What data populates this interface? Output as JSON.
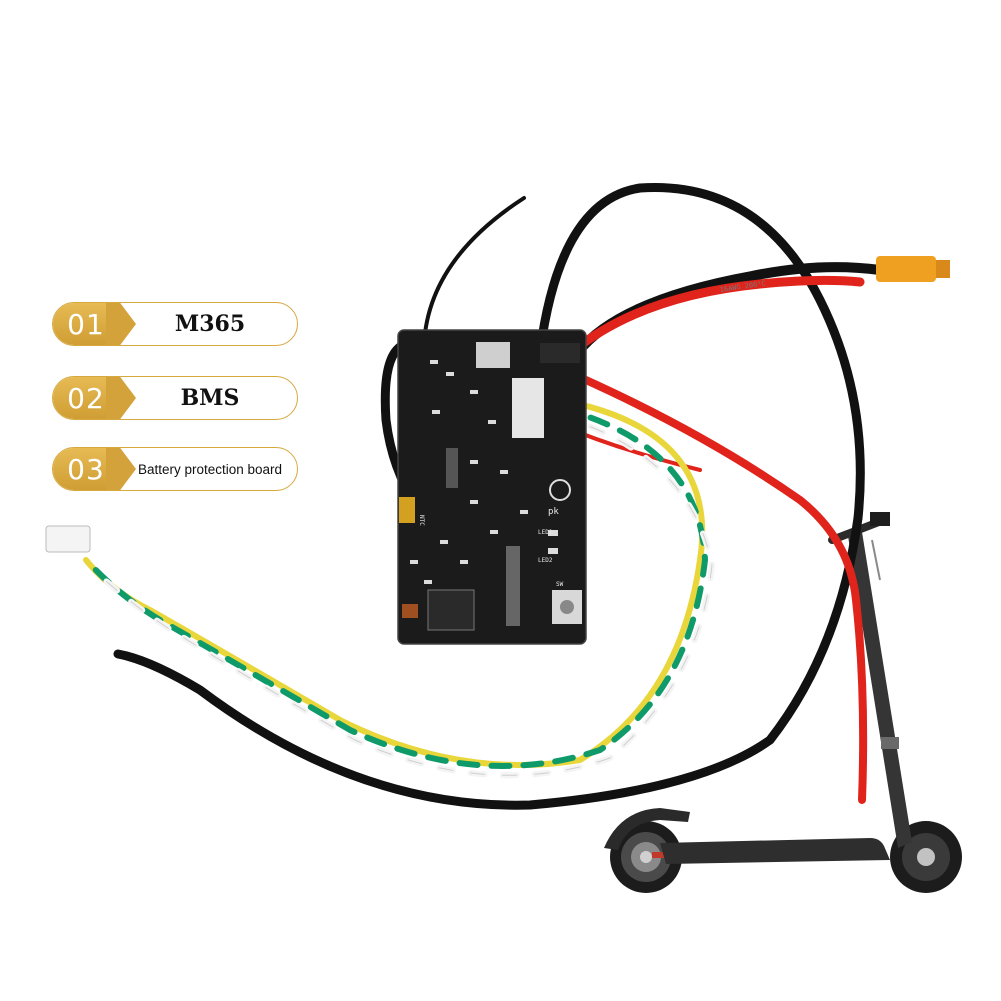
{
  "labels": [
    {
      "number": "01",
      "text": "M365"
    },
    {
      "number": "02",
      "text": "BMS"
    },
    {
      "number": "03",
      "text": "Battery protection board"
    }
  ],
  "board": {
    "ntc_marking": "NTC",
    "logo_text": "pk",
    "led1": "LED1",
    "led2": "LED2",
    "button_marking": "SW"
  },
  "wire_print": "16AWG 200°C",
  "colors": {
    "accent_gold": "#d6a93f",
    "board": "#1b1b1b",
    "wire_red": "#e0241c",
    "wire_black": "#111111",
    "wire_green": "#0f9a6a",
    "wire_yellow": "#e8d63a",
    "connector_orange": "#f0a020"
  }
}
